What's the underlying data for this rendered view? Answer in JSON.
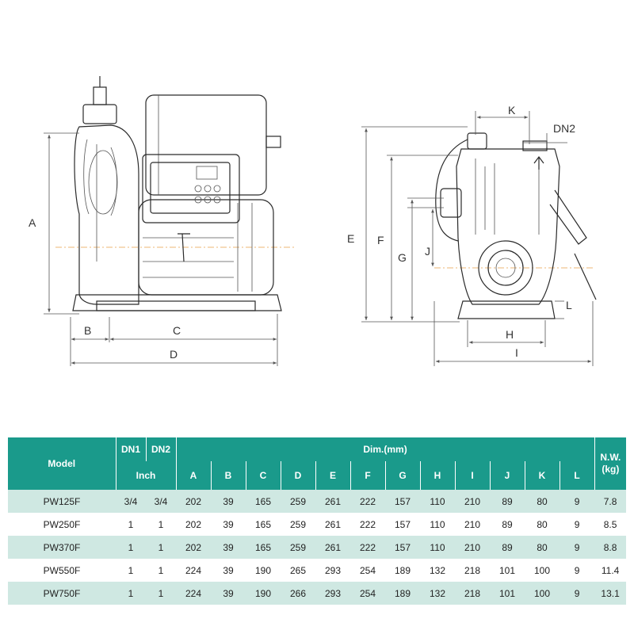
{
  "drawing": {
    "side_view_labels": [
      "A",
      "B",
      "C",
      "D"
    ],
    "end_view_labels": [
      "E",
      "F",
      "G",
      "H",
      "I",
      "J",
      "K",
      "L",
      "DN2"
    ]
  },
  "table": {
    "header": {
      "model": "Model",
      "dn1": "DN1",
      "dn2": "DN2",
      "dim": "Dim.(mm)",
      "nw": "N.W.\n(kg)",
      "inch": "Inch",
      "dims": [
        "A",
        "B",
        "C",
        "D",
        "E",
        "F",
        "G",
        "H",
        "I",
        "J",
        "K",
        "L"
      ]
    },
    "rows": [
      [
        "PW125F",
        "3/4",
        "3/4",
        "202",
        "39",
        "165",
        "259",
        "261",
        "222",
        "157",
        "110",
        "210",
        "89",
        "80",
        "9",
        "7.8"
      ],
      [
        "PW250F",
        "1",
        "1",
        "202",
        "39",
        "165",
        "259",
        "261",
        "222",
        "157",
        "110",
        "210",
        "89",
        "80",
        "9",
        "8.5"
      ],
      [
        "PW370F",
        "1",
        "1",
        "202",
        "39",
        "165",
        "259",
        "261",
        "222",
        "157",
        "110",
        "210",
        "89",
        "80",
        "9",
        "8.8"
      ],
      [
        "PW550F",
        "1",
        "1",
        "224",
        "39",
        "190",
        "265",
        "293",
        "254",
        "189",
        "132",
        "218",
        "101",
        "100",
        "9",
        "11.4"
      ],
      [
        "PW750F",
        "1",
        "1",
        "224",
        "39",
        "190",
        "266",
        "293",
        "254",
        "189",
        "132",
        "218",
        "101",
        "100",
        "9",
        "13.1"
      ]
    ],
    "colors": {
      "header": "#1a9a8b",
      "shaded_row": "#cfe8e2"
    }
  }
}
